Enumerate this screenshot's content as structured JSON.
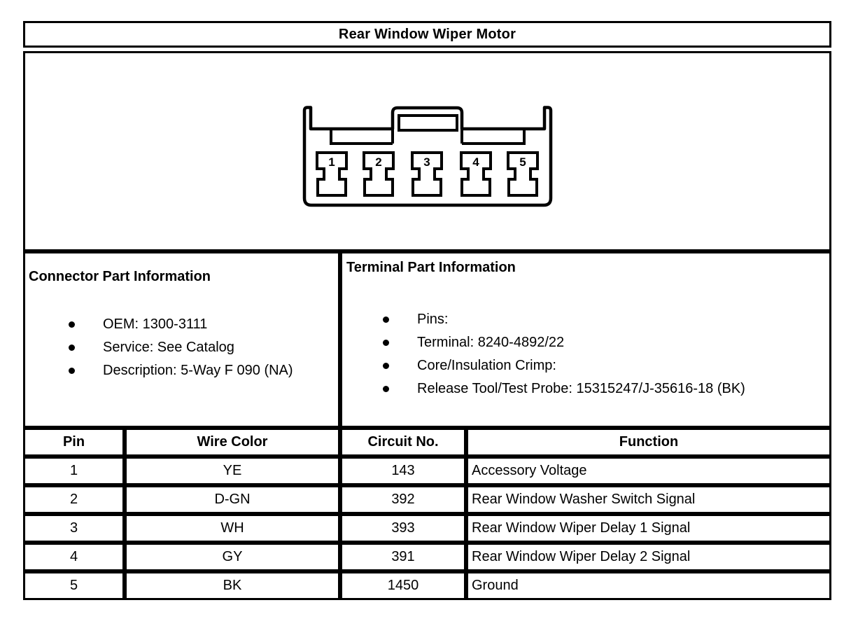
{
  "page": {
    "title": "Rear Window Wiper Motor"
  },
  "connector_diagram": {
    "description": "5-way female connector face view with center latch",
    "pin_labels": [
      "1",
      "2",
      "3",
      "4",
      "5"
    ]
  },
  "connector_part_info": {
    "heading": "Connector Part Information",
    "items": [
      "OEM: 1300-3111",
      "Service: See Catalog",
      "Description: 5-Way F 090 (NA)"
    ]
  },
  "terminal_part_info": {
    "heading": "Terminal Part Information",
    "items": [
      "Pins:",
      "Terminal: 8240-4892/22",
      "Core/Insulation Crimp:",
      "Release Tool/Test Probe: 15315247/J-35616-18 (BK)"
    ]
  },
  "pin_table": {
    "headers": [
      "Pin",
      "Wire Color",
      "Circuit No.",
      "Function"
    ],
    "rows": [
      {
        "pin": "1",
        "wire_color": "YE",
        "circuit_no": "143",
        "function": "Accessory Voltage"
      },
      {
        "pin": "2",
        "wire_color": "D-GN",
        "circuit_no": "392",
        "function": "Rear Window Washer Switch Signal"
      },
      {
        "pin": "3",
        "wire_color": "WH",
        "circuit_no": "393",
        "function": "Rear Window Wiper Delay 1 Signal"
      },
      {
        "pin": "4",
        "wire_color": "GY",
        "circuit_no": "391",
        "function": "Rear Window Wiper Delay 2 Signal"
      },
      {
        "pin": "5",
        "wire_color": "BK",
        "circuit_no": "1450",
        "function": "Ground"
      }
    ]
  },
  "colors": {
    "line": "#000000",
    "background": "#ffffff",
    "text": "#000000"
  }
}
